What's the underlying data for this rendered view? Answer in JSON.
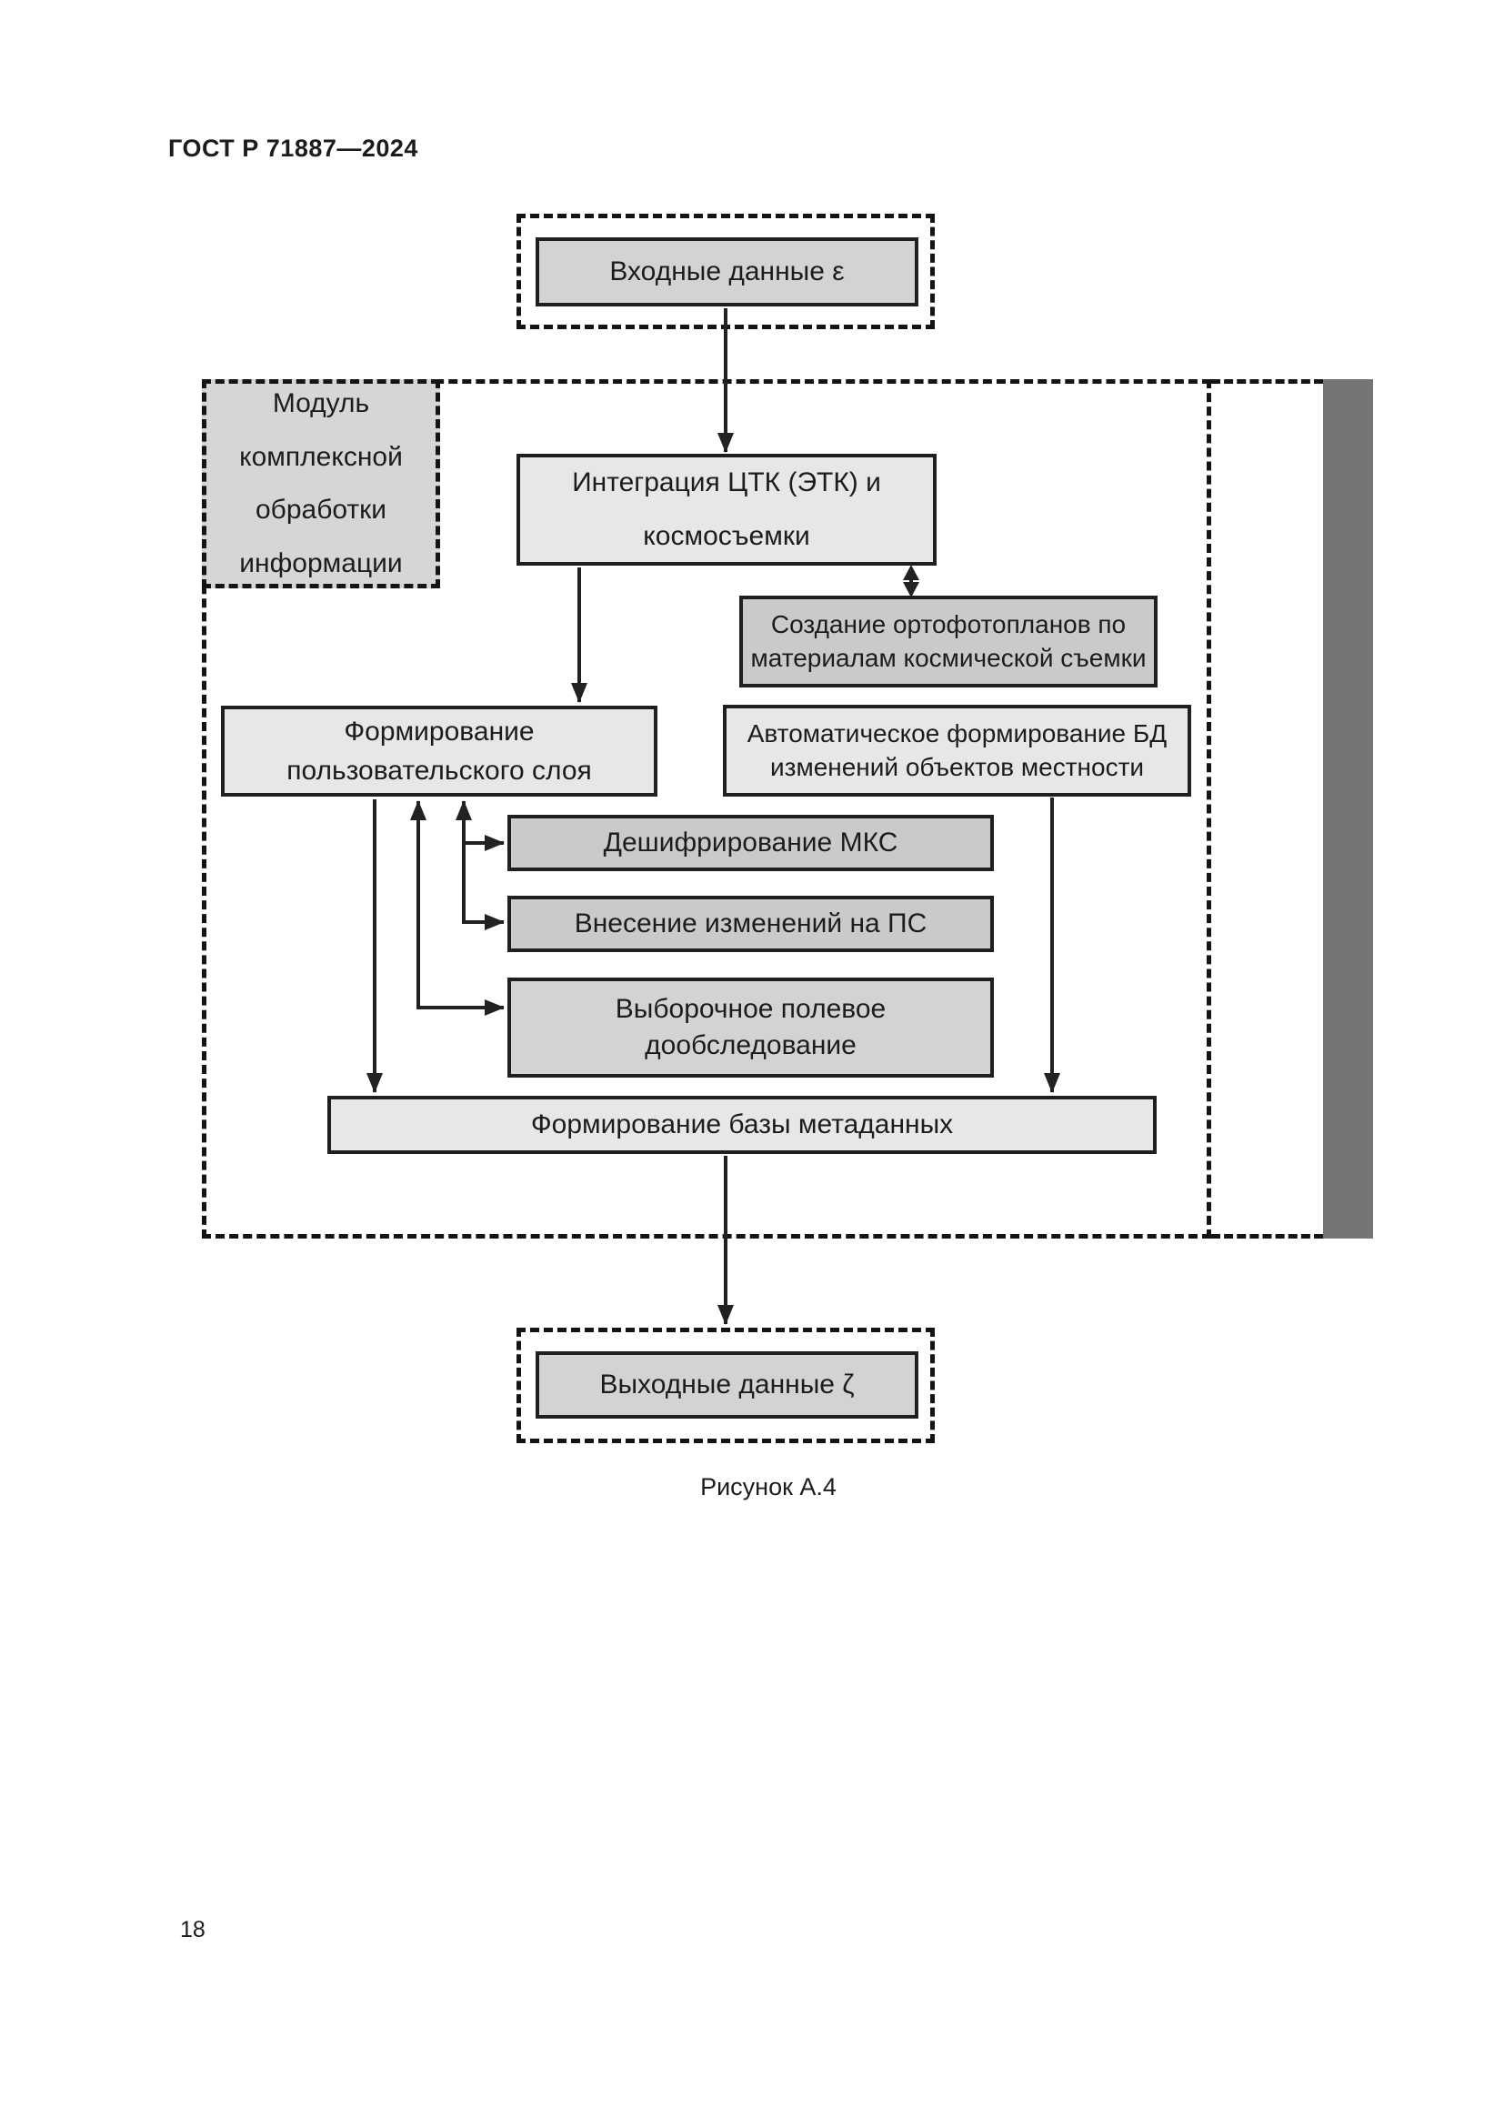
{
  "page": {
    "header": "ГОСТ Р 71887—2024",
    "caption": "Рисунок А.4",
    "page_number": "18"
  },
  "flow": {
    "input": {
      "label": "Входные данные ε"
    },
    "module_label": {
      "lines": [
        "Модуль",
        "комплексной",
        "обработки",
        "информации"
      ]
    },
    "integration": {
      "lines": [
        "Интеграция ЦТК (ЭТК) и",
        "космосъемки"
      ]
    },
    "ortho": {
      "lines": [
        "Создание ортофотопланов по",
        "материалам космической съемки"
      ]
    },
    "user_layer": {
      "lines": [
        "Формирование",
        "пользовательского слоя"
      ]
    },
    "auto_db": {
      "lines": [
        "Автоматическое формирование БД",
        "изменений объектов местности"
      ]
    },
    "decipher": {
      "label": "Дешифрирование МКС"
    },
    "changes_ps": {
      "label": "Внесение изменений на ПС"
    },
    "field_survey": {
      "lines": [
        "Выборочное полевое",
        "дообследование"
      ]
    },
    "metadata_db": {
      "label": "Формирование базы метаданных"
    },
    "output": {
      "label": "Выходные данные ζ"
    }
  },
  "colors": {
    "border": "#1f1f1f",
    "arrow": "#222222",
    "box_light": "#e7e7e7",
    "box_medium": "#d3d3d3",
    "box_dark": "#cacaca",
    "module_fill": "#d6d6d6",
    "sidebar_gray": "#757575"
  }
}
